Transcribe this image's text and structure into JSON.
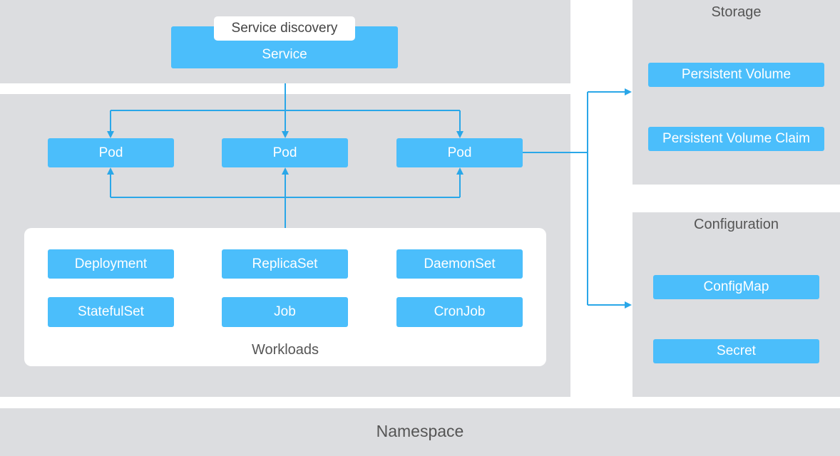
{
  "colors": {
    "panel": "#dcdde0",
    "box": "#4bbefb",
    "wire": "#2aa7e8",
    "text": "#555555"
  },
  "service_discovery": {
    "tag": "Service discovery",
    "service": "Service"
  },
  "pods": [
    "Pod",
    "Pod",
    "Pod"
  ],
  "workloads": {
    "title": "Workloads",
    "items": [
      "Deployment",
      "ReplicaSet",
      "DaemonSet",
      "StatefulSet",
      "Job",
      "CronJob"
    ]
  },
  "storage": {
    "title": "Storage",
    "items": [
      "Persistent Volume",
      "Persistent Volume Claim"
    ]
  },
  "configuration": {
    "title": "Configuration",
    "items": [
      "ConfigMap",
      "Secret"
    ]
  },
  "namespace": "Namespace"
}
